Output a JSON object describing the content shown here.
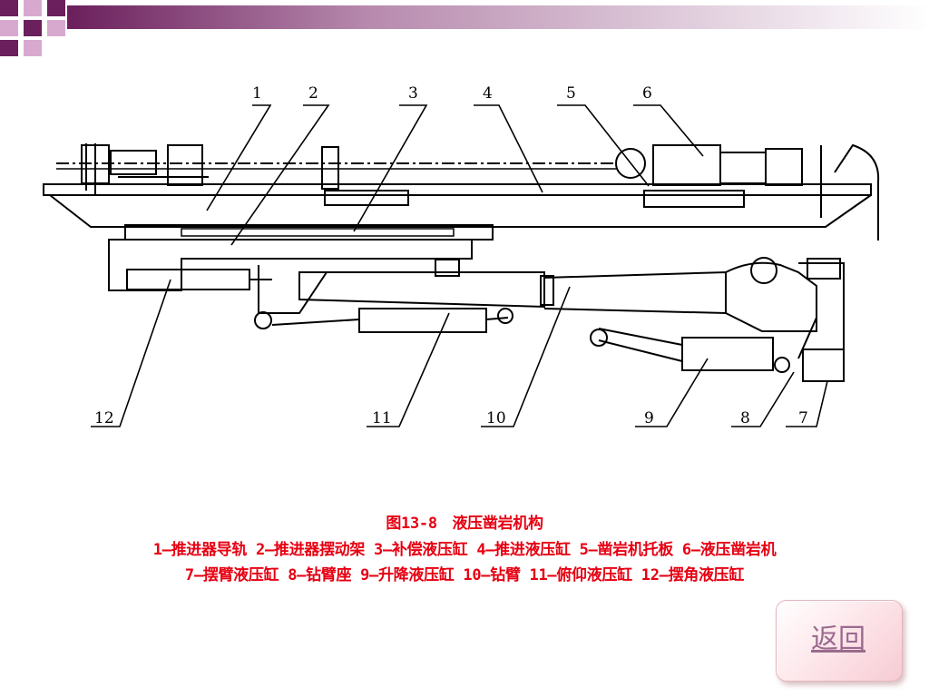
{
  "colors": {
    "caption": "#e60012",
    "purple_dark": "#6b1f5c",
    "purple_light": "#d8a9cf",
    "back_text": "#9a6b8e"
  },
  "diagram": {
    "part_numbers": [
      "1",
      "2",
      "3",
      "4",
      "5",
      "6",
      "7",
      "8",
      "9",
      "10",
      "11",
      "12"
    ]
  },
  "caption": {
    "title": "图13-8　液压凿岩机构",
    "line1": "1—推进器导轨 2—推进器摆动架 3—补偿液压缸 4—推进液压缸 5—凿岩机托板 6—液压凿岩机",
    "line2": "7—摆臂液压缸 8—钻臂座 9—升降液压缸 10—钻臂 11—俯仰液压缸 12—摆角液压缸"
  },
  "nav": {
    "back_label": "返回"
  }
}
